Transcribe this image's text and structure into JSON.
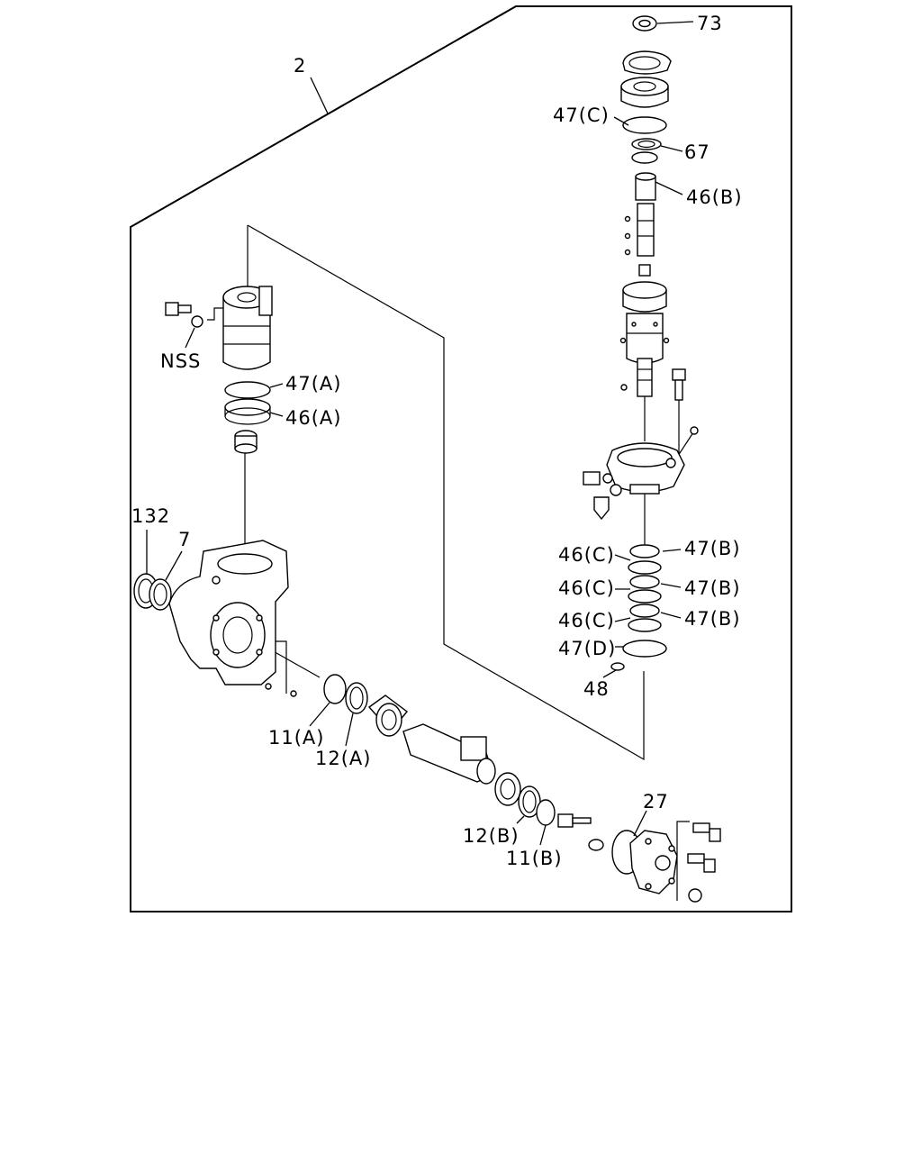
{
  "callouts": {
    "c2": "2",
    "c73": "73",
    "c47c": "47(C)",
    "c67": "67",
    "c46b": "46(B)",
    "cnss": "NSS",
    "c47a": "47(A)",
    "c46a": "46(A)",
    "c132": "132",
    "c7": "7",
    "c46c1": "46(C)",
    "c47b1": "47(B)",
    "c46c2": "46(C)",
    "c47b2": "47(B)",
    "c46c3": "46(C)",
    "c47b3": "47(B)",
    "c47d": "47(D)",
    "c48": "48",
    "c11a": "11(A)",
    "c12a": "12(A)",
    "c27": "27",
    "c12b": "12(B)",
    "c11b": "11(B)"
  }
}
